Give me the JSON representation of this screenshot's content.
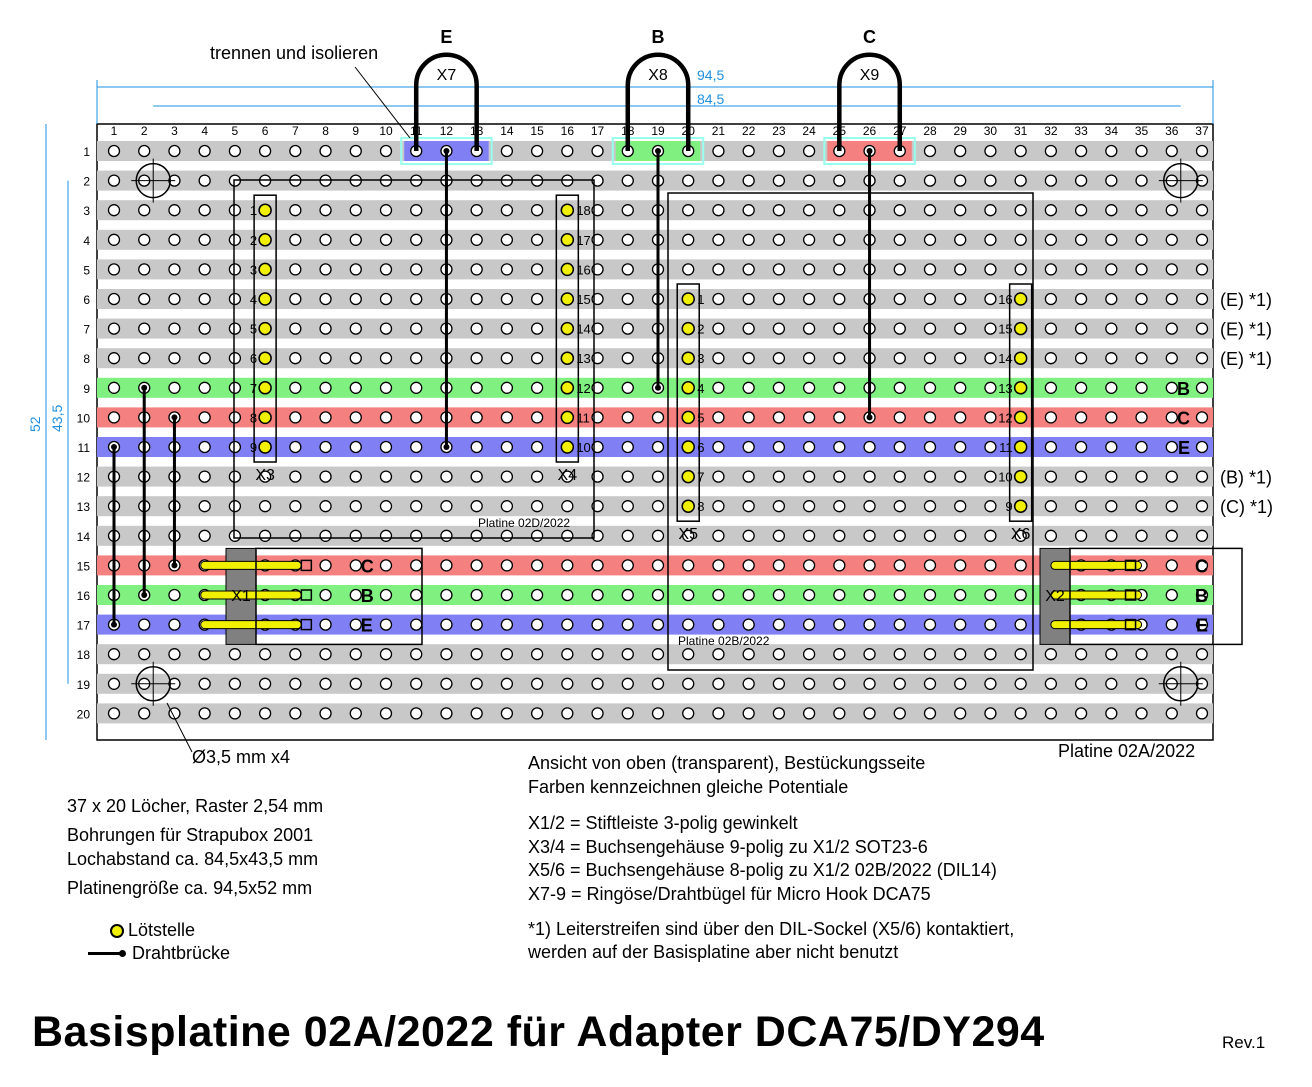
{
  "columns": [
    "1",
    "2",
    "3",
    "4",
    "5",
    "6",
    "7",
    "8",
    "9",
    "10",
    "11",
    "12",
    "13",
    "14",
    "15",
    "16",
    "17",
    "18",
    "19",
    "20",
    "21",
    "22",
    "23",
    "24",
    "25",
    "26",
    "27",
    "28",
    "29",
    "30",
    "31",
    "32",
    "33",
    "34",
    "35",
    "36",
    "37"
  ],
  "rows": [
    "1",
    "2",
    "3",
    "4",
    "5",
    "6",
    "7",
    "8",
    "9",
    "10",
    "11",
    "12",
    "13",
    "14",
    "15",
    "16",
    "17",
    "18",
    "19",
    "20"
  ],
  "colors": {
    "gray": "#c8c8c8",
    "green": "#80f080",
    "red": "#f48080",
    "blue": "#8080f4",
    "solder": "#f0f000",
    "gray_body": "#808080",
    "dim": "#1e8fdf"
  },
  "row_colors": [
    "gray",
    "gray",
    "gray",
    "gray",
    "gray",
    "gray",
    "gray",
    "gray",
    "green",
    "red",
    "blue",
    "gray",
    "gray",
    "gray",
    "red",
    "green",
    "blue",
    "gray",
    "gray",
    "gray"
  ],
  "top_segments": [
    {
      "from": 11,
      "to": 13,
      "color": "blue",
      "label": "X7",
      "letter": "E"
    },
    {
      "from": 18,
      "to": 20,
      "color": "green",
      "label": "X8",
      "letter": "B"
    },
    {
      "from": 25,
      "to": 27,
      "color": "red",
      "label": "X9",
      "letter": "C"
    }
  ],
  "dimensions": {
    "outer_width": "94,5",
    "inner_width": "84,5",
    "outer_height": "52",
    "inner_height": "43,5"
  },
  "callouts": {
    "cut": "trennen und isolieren",
    "holes": "Ø3,5 mm x4"
  },
  "connectors": {
    "x3": {
      "label": "X3",
      "pins": [
        "1",
        "2",
        "3",
        "4",
        "5",
        "6",
        "7",
        "8",
        "9"
      ]
    },
    "x4": {
      "label": "X4",
      "pins": [
        "18",
        "17",
        "16",
        "15",
        "14",
        "13",
        "12",
        "11",
        "10"
      ]
    },
    "x5": {
      "label": "X5",
      "pins": [
        "1",
        "2",
        "3",
        "4",
        "5",
        "6",
        "7",
        "8"
      ]
    },
    "x6": {
      "label": "X6",
      "pins": [
        "16",
        "15",
        "14",
        "13",
        "12",
        "11",
        "10",
        "9"
      ]
    },
    "x1": {
      "label": "X1"
    },
    "x2": {
      "label": "X2"
    }
  },
  "sub_boards": {
    "d": "Platine 02D/2022",
    "b": "Platine 02B/2022"
  },
  "right_labels": [
    {
      "row": 6,
      "text": "(E) *1)"
    },
    {
      "row": 7,
      "text": "(E) *1)"
    },
    {
      "row": 8,
      "text": "(E) *1)"
    },
    {
      "row": 9,
      "text": "B"
    },
    {
      "row": 10,
      "text": "C"
    },
    {
      "row": 11,
      "text": "E"
    },
    {
      "row": 12,
      "text": "(B) *1)"
    },
    {
      "row": 13,
      "text": "(C) *1)"
    }
  ],
  "pin_letters": [
    "C",
    "B",
    "E"
  ],
  "board_label": "Platine 02A/2022",
  "info_left": [
    "37 x 20 Löcher, Raster 2,54 mm",
    "Bohrungen für Strapubox 2001",
    "Lochabstand ca. 84,5x43,5 mm",
    "Platinengröße ca. 94,5x52 mm"
  ],
  "legend": {
    "solder": "Lötstelle",
    "bridge": "Drahtbrücke"
  },
  "view_notes": [
    "Ansicht von oben (transparent), Bestückungsseite",
    "Farben kennzeichnen gleiche Potentiale"
  ],
  "parts_notes": [
    "X1/2 = Stiftleiste 3-polig gewinkelt",
    "X3/4 = Buchsengehäuse 9-polig zu X1/2 SOT23-6",
    "X5/6 = Buchsengehäuse 8-polig zu X1/2 02B/2022 (DIL14)",
    "X7-9 = Ringöse/Drahtbügel für Micro Hook DCA75"
  ],
  "footnote": [
    "*1) Leiterstreifen sind über den DIL-Sockel (X5/6) kontaktiert,",
    "werden auf der Basisplatine aber nicht benutzt"
  ],
  "title": "Basisplatine 02A/2022 für Adapter DCA75/DY294",
  "revision": "Rev.1"
}
